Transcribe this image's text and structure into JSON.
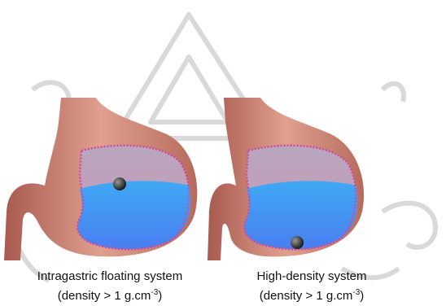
{
  "figures": [
    {
      "caption_title": "Intragastric floating system",
      "caption_density_prefix": "(density > 1 g.cm",
      "caption_density_exp": "-3",
      "caption_density_suffix": ")"
    },
    {
      "caption_title": "High-density system",
      "caption_density_prefix": "(density > 1 g.cm",
      "caption_density_exp": "-3",
      "caption_density_suffix": ")"
    }
  ],
  "colors": {
    "stomach_wall": "#c97a6a",
    "gastric_fluid": "#4a86f0",
    "gas_space": "#b8a4c0",
    "membrane_dots": "#d04a9a",
    "pellet": "#111111",
    "watermark": "#d8d8d8"
  },
  "icons": [
    "stomach-illustration",
    "floating-pellet",
    "sunk-pellet",
    "watermark-logo"
  ]
}
